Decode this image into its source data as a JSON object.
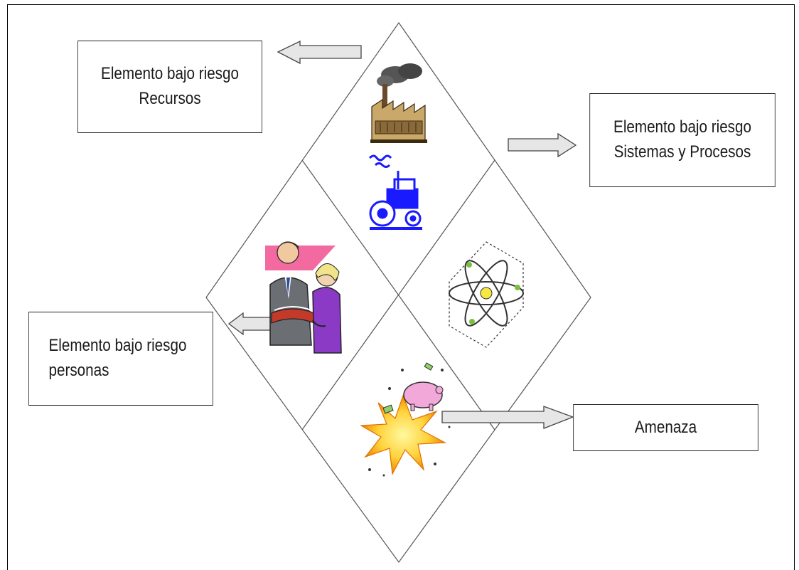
{
  "labels": {
    "recursos": {
      "line1": "Elemento bajo riesgo",
      "line2": "Recursos"
    },
    "sistemas": {
      "line1": "Elemento bajo riesgo",
      "line2": "Sistemas y Procesos"
    },
    "personas": {
      "line1": "Elemento bajo riesgo",
      "line2": "personas"
    },
    "amenaza": {
      "line1": "Amenaza"
    }
  },
  "icons": {
    "top": [
      "factory-icon",
      "tractor-icon"
    ],
    "left": "business-people-icon",
    "right": "atom-icon",
    "bottom": "explosion-icon"
  },
  "colors": {
    "line": "#555555",
    "arrow_fill": "#e6e6e6",
    "tractor": "#1a1aff"
  }
}
